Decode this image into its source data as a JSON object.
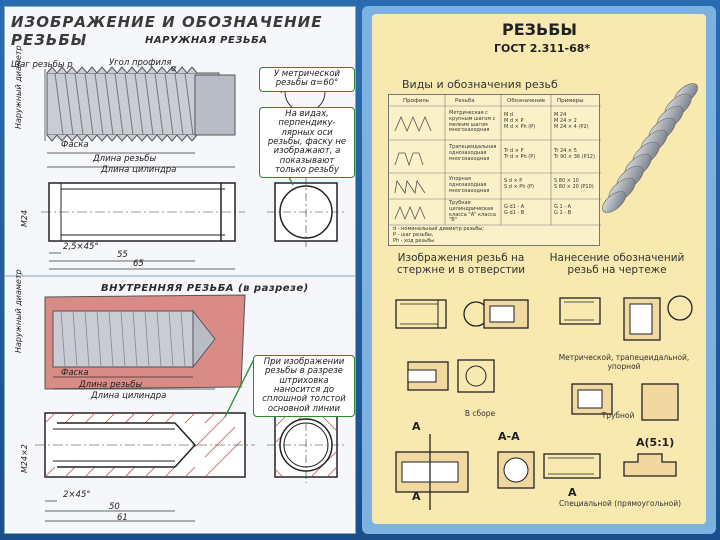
{
  "left": {
    "title": "ИЗОБРАЖЕНИЕ И ОБОЗНАЧЕНИЕ РЕЗЬБЫ",
    "external": {
      "heading": "НАРУЖНАЯ РЕЗЬБА",
      "pitch": "Шаг резьбы  р",
      "profile_angle": "Угол профиля",
      "alpha": "α",
      "major_diameter": "Наружный диаметр",
      "chamfer": "Фаска",
      "thread_length": "Длина резьбы",
      "cylinder_length": "Длина цилиндра",
      "note_metric": "У метрической резьбы α=60°",
      "note_views": "На видах, перпендику- лярных оси резьбы, фаску не изображают, а показывают только резьбу",
      "dim_m24": "М24",
      "dim_chamfer": "2,5×45°",
      "dim_55": "55",
      "dim_65": "65"
    },
    "internal": {
      "heading": "ВНУТРЕННЯЯ РЕЗЬБА (в разрезе)",
      "major_diameter": "Наружный диаметр",
      "chamfer": "Фаска",
      "thread_length": "Длина резьбы",
      "cylinder_length": "Длина цилиндра",
      "note_section": "При изображении резьбы в разрезе штриховка наносится до сплошной толстой основной линии",
      "dim_m24": "М24×2",
      "dim_chamfer": "2×45°",
      "dim_50": "50",
      "dim_61": "61"
    }
  },
  "right": {
    "title": "РЕЗЬБЫ",
    "gost": "ГОСТ 2.311-68*",
    "views_heading": "Виды и обозначения резьб",
    "table": {
      "headers": [
        "Профиль",
        "Резьба",
        "Обозначение",
        "Примеры"
      ],
      "rows": [
        {
          "thread": "Метрическая с крупным шагом с мелким шагом многозаходная",
          "designation": "M d\nM d × P\nM d × Ph (P)",
          "examples": "M 24\nM 24 × 2\nM 24 × 4 (P2)"
        },
        {
          "thread": "Трапецеидальная однозаходная многозаходная",
          "designation": "Tr d × P\nTr d × Ph (P)",
          "examples": "Tr 24 × 5\nTr 90 × 36 (P12)"
        },
        {
          "thread": "Упорная однозаходная многозаходная",
          "designation": "S d × P\nS d × Ph (P)",
          "examples": "S 80 × 10\nS 80 × 20 (P10)"
        },
        {
          "thread": "Трубная цилиндрическая класса \"A\" класса \"B\"",
          "designation": "G d1 - A\nG d1 - B",
          "examples": "G 1 - A\nG 1 - B"
        }
      ],
      "footnote": "d - номинальный диаметр резьбы;\nP - шаг резьбы,\nPh - ход резьбы"
    },
    "images_heading": "Изображения резьб на стержне и в отверстии",
    "marking_heading": "Нанесение обозначений резьб на чертеже",
    "cap_metric": "Метрической, трапецеидальной, упорной",
    "cap_assembly": "В сборе",
    "cap_pipe": "Трубной",
    "cap_special": "Специальной (прямоугольной)",
    "label_a": "А",
    "label_aa": "А-А",
    "label_a51": "А(5:1)"
  }
}
